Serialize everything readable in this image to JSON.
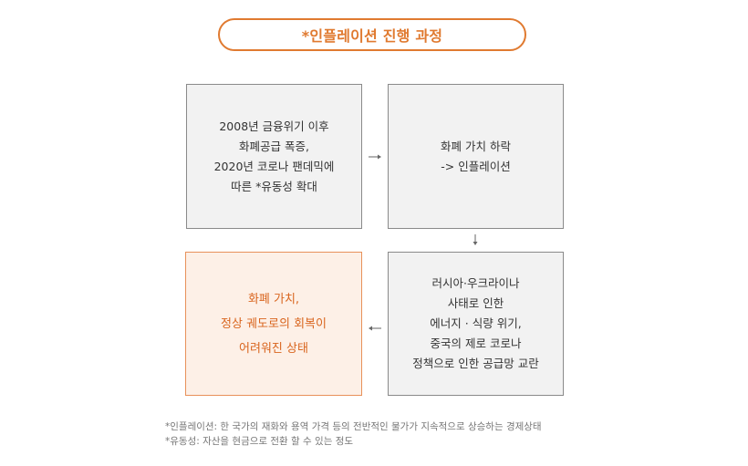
{
  "title": "*인플레이션 진행 과정",
  "boxes": {
    "box1": [
      "2008년 금융위기 이후",
      "화폐공급 폭증,",
      "2020년 코로나 팬데믹에",
      "따른 *유동성 확대"
    ],
    "box2": [
      "화폐 가치 하락",
      "-> 인플레이션"
    ],
    "box3": [
      "러시아·우크라이나",
      "사태로 인한",
      "에너지 · 식량 위기,",
      "중국의 제로 코로나",
      "정책으로 인한 공급망 교란"
    ],
    "box4": [
      "화폐 가치,",
      "정상 궤도로의 회복이",
      "어려워진 상태"
    ]
  },
  "footnotes": {
    "inflation": "*인플레이션: 한 국가의 재화와 용역 가격 등의 전반적인 물가가 지속적으로 상승하는 경제상태",
    "liquidity": "*유동성: 자산을 현금으로 전환 할 수 있는 정도"
  },
  "colors": {
    "accent": "#e07a30",
    "box_fill": "#f2f2f2",
    "highlight_fill": "#fdf0e7"
  }
}
